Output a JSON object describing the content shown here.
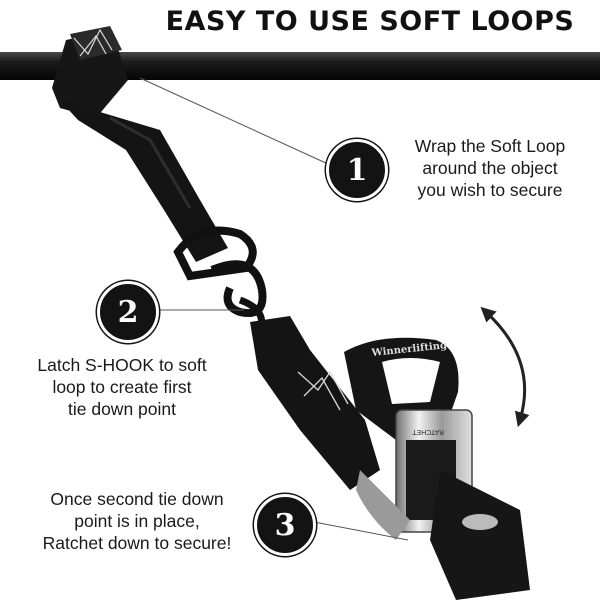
{
  "title": "EASY TO USE SOFT LOOPS",
  "brand": "Winnerlifting",
  "strap_marking": "RATCHET",
  "steps": [
    {
      "number": "1",
      "lines": [
        "Wrap the Soft Loop",
        "around the object",
        "you wish to secure"
      ]
    },
    {
      "number": "2",
      "lines": [
        "Latch S-HOOK to soft",
        "loop to create first",
        "tie down point"
      ]
    },
    {
      "number": "3",
      "lines": [
        "Once second tie down",
        "point is in place,",
        "Ratchet down to secure!"
      ]
    }
  ],
  "icons": [
    "rotate-arrow-icon"
  ],
  "colors": {
    "strap": "#141414",
    "text": "#1a1a1a",
    "badge": "#131313",
    "stitch": "#d9d9d9"
  }
}
